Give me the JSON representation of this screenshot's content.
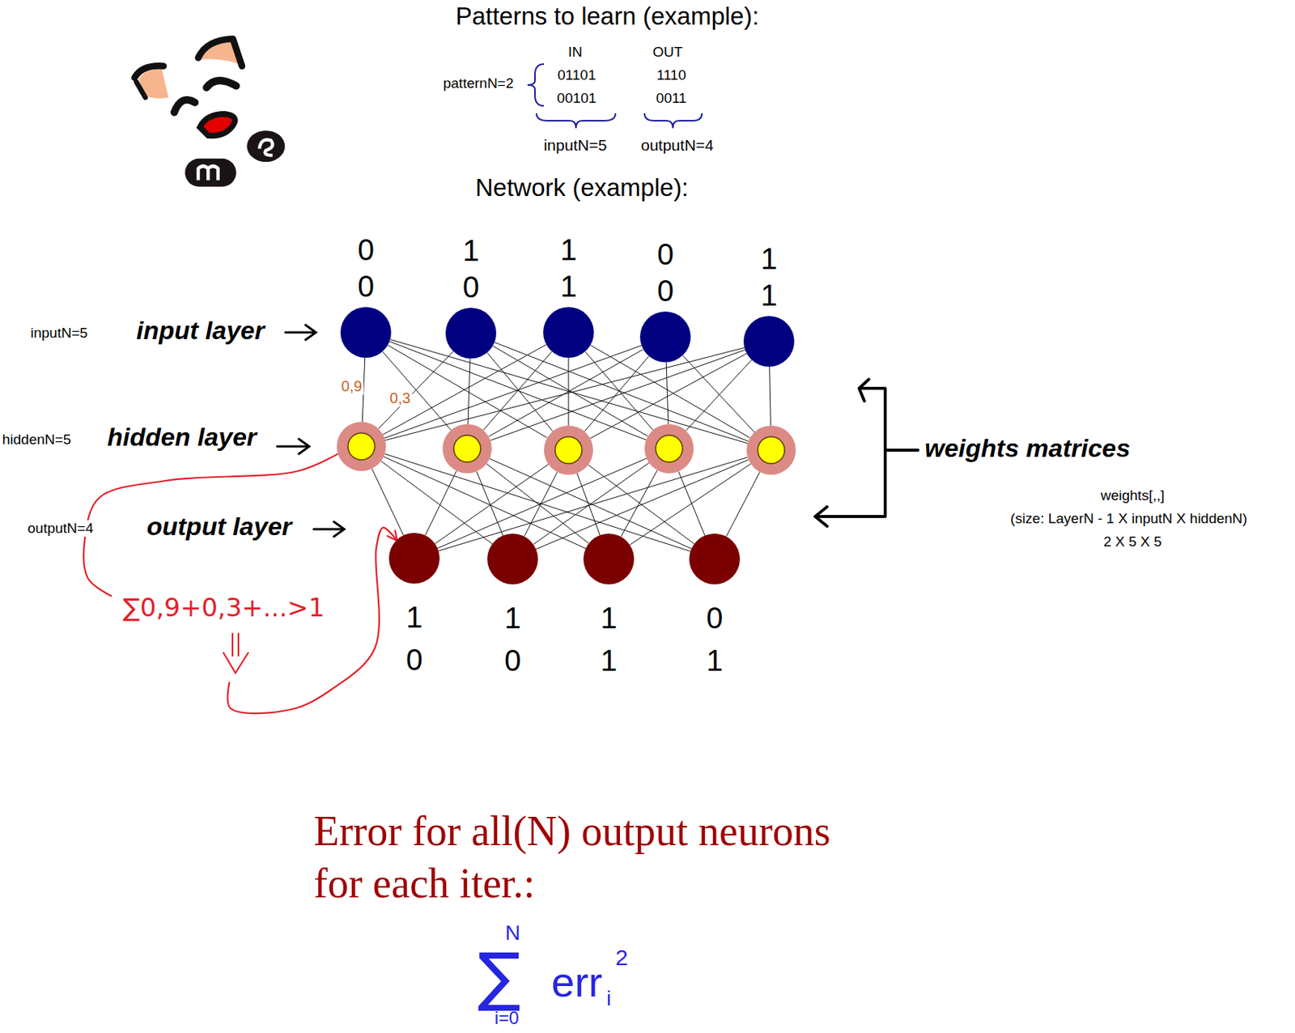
{
  "diagram": {
    "nodes": [
      {
        "text": [
          "0",
          "0"
        ]
      },
      {
        "text": [
          "1",
          "0"
        ]
      },
      {
        "text": [
          "1",
          "1"
        ]
      },
      {
        "text": [
          "0",
          "0"
        ]
      },
      {
        "text": [
          "1",
          "1"
        ]
      },
      {
        "text": []
      },
      {
        "text": []
      },
      {
        "text": []
      },
      {
        "text": []
      },
      {
        "text": []
      },
      {
        "text": [
          "1",
          "0"
        ]
      },
      {
        "text": [
          "1",
          "0"
        ]
      },
      {
        "text": [
          "1",
          "1"
        ]
      },
      {
        "text": [
          "0",
          "1"
        ]
      }
    ],
    "edges": [
      {
        "from": 0,
        "to": 5,
        "arrow": "none",
        "label": "0,9"
      },
      {
        "from": 0,
        "to": 6,
        "arrow": "none",
        "label": "0,3"
      },
      {
        "from": 0,
        "to": 7,
        "arrow": "none"
      },
      {
        "from": 0,
        "to": 8,
        "arrow": "none"
      },
      {
        "from": 0,
        "to": 9,
        "arrow": "none"
      },
      {
        "from": 1,
        "to": 5,
        "arrow": "none"
      },
      {
        "from": 1,
        "to": 6,
        "arrow": "none"
      },
      {
        "from": 1,
        "to": 7,
        "arrow": "none"
      },
      {
        "from": 1,
        "to": 8,
        "arrow": "none"
      },
      {
        "from": 1,
        "to": 9,
        "arrow": "none"
      },
      {
        "from": 2,
        "to": 5,
        "arrow": "none"
      },
      {
        "from": 2,
        "to": 6,
        "arrow": "none"
      },
      {
        "from": 2,
        "to": 7,
        "arrow": "none"
      },
      {
        "from": 2,
        "to": 8,
        "arrow": "none"
      },
      {
        "from": 2,
        "to": 9,
        "arrow": "none"
      },
      {
        "from": 3,
        "to": 5,
        "arrow": "none"
      },
      {
        "from": 3,
        "to": 6,
        "arrow": "none"
      },
      {
        "from": 3,
        "to": 7,
        "arrow": "none"
      },
      {
        "from": 3,
        "to": 8,
        "arrow": "none"
      },
      {
        "from": 3,
        "to": 9,
        "arrow": "none"
      },
      {
        "from": 4,
        "to": 5,
        "arrow": "none"
      },
      {
        "from": 4,
        "to": 6,
        "arrow": "none"
      },
      {
        "from": 4,
        "to": 7,
        "arrow": "none"
      },
      {
        "from": 4,
        "to": 8,
        "arrow": "none"
      },
      {
        "from": 4,
        "to": 9,
        "arrow": "none"
      },
      {
        "from": 5,
        "to": 10,
        "arrow": "none"
      },
      {
        "from": 5,
        "to": 11,
        "arrow": "none"
      },
      {
        "from": 5,
        "to": 12,
        "arrow": "none"
      },
      {
        "from": 5,
        "to": 13,
        "arrow": "none"
      },
      {
        "from": 6,
        "to": 10,
        "arrow": "none"
      },
      {
        "from": 6,
        "to": 11,
        "arrow": "none"
      },
      {
        "from": 6,
        "to": 12,
        "arrow": "none"
      },
      {
        "from": 6,
        "to": 13,
        "arrow": "none"
      },
      {
        "from": 7,
        "to": 10,
        "arrow": "none"
      },
      {
        "from": 7,
        "to": 11,
        "arrow": "none"
      },
      {
        "from": 7,
        "to": 12,
        "arrow": "none"
      },
      {
        "from": 7,
        "to": 13,
        "arrow": "none"
      },
      {
        "from": 8,
        "to": 10,
        "arrow": "none"
      },
      {
        "from": 8,
        "to": 11,
        "arrow": "none"
      },
      {
        "from": 8,
        "to": 12,
        "arrow": "none"
      },
      {
        "from": 8,
        "to": 13,
        "arrow": "none"
      },
      {
        "from": 9,
        "to": 10,
        "arrow": "none"
      },
      {
        "from": 9,
        "to": 11,
        "arrow": "none"
      },
      {
        "from": 9,
        "to": 12,
        "arrow": "none"
      },
      {
        "from": 9,
        "to": 13,
        "arrow": "none"
      },
      {
        "from": 5,
        "to": 10,
        "arrow": "to",
        "label": "∑0,9+0,3+...>1"
      }
    ],
    "labels": [
      "Patterns to learn (example):",
      "IN",
      "OUT",
      "patternN=2",
      "01101",
      "00101",
      "1110",
      "0011",
      "inputN=5",
      "outputN=4",
      "Network (example):",
      "inputN=5",
      "input layer",
      "hiddenN=5",
      "hidden layer",
      "outputN=4",
      "output layer",
      "weights matrices",
      "weights[,,]",
      "(size: LayerN - 1 X inputN X hiddenN)",
      "2 X 5 X 5",
      "Error for all(N) output neurons for each iter.:",
      "∑",
      "N",
      "i=0",
      "err",
      "i",
      "2"
    ]
  }
}
